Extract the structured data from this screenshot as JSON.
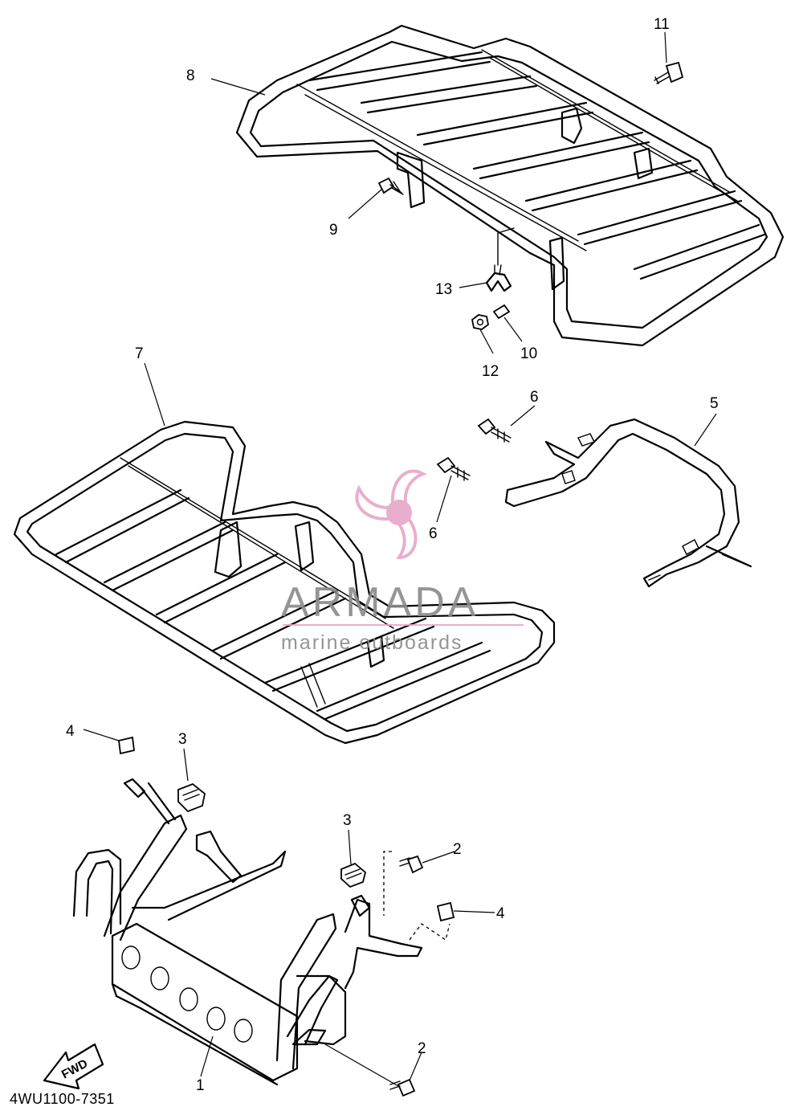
{
  "diagram": {
    "parts": [
      {
        "id": "1",
        "label": "1"
      },
      {
        "id": "2a",
        "label": "2"
      },
      {
        "id": "2b",
        "label": "2"
      },
      {
        "id": "3a",
        "label": "3"
      },
      {
        "id": "3b",
        "label": "3"
      },
      {
        "id": "4a",
        "label": "4"
      },
      {
        "id": "4b",
        "label": "4"
      },
      {
        "id": "5",
        "label": "5"
      },
      {
        "id": "6a",
        "label": "6"
      },
      {
        "id": "6b",
        "label": "6"
      },
      {
        "id": "7",
        "label": "7"
      },
      {
        "id": "8",
        "label": "8"
      },
      {
        "id": "9",
        "label": "9"
      },
      {
        "id": "10",
        "label": "10"
      },
      {
        "id": "11",
        "label": "11"
      },
      {
        "id": "12",
        "label": "12"
      },
      {
        "id": "13",
        "label": "13"
      }
    ],
    "forward_arrow": "FWD",
    "drawing_code": "4WU1100-7351"
  },
  "watermark": {
    "brand": "ARMADA",
    "tagline": "marine outboards",
    "accent_color": "#e8a6c8",
    "text_color": "#8a8a8a",
    "icon": "propeller-icon"
  }
}
